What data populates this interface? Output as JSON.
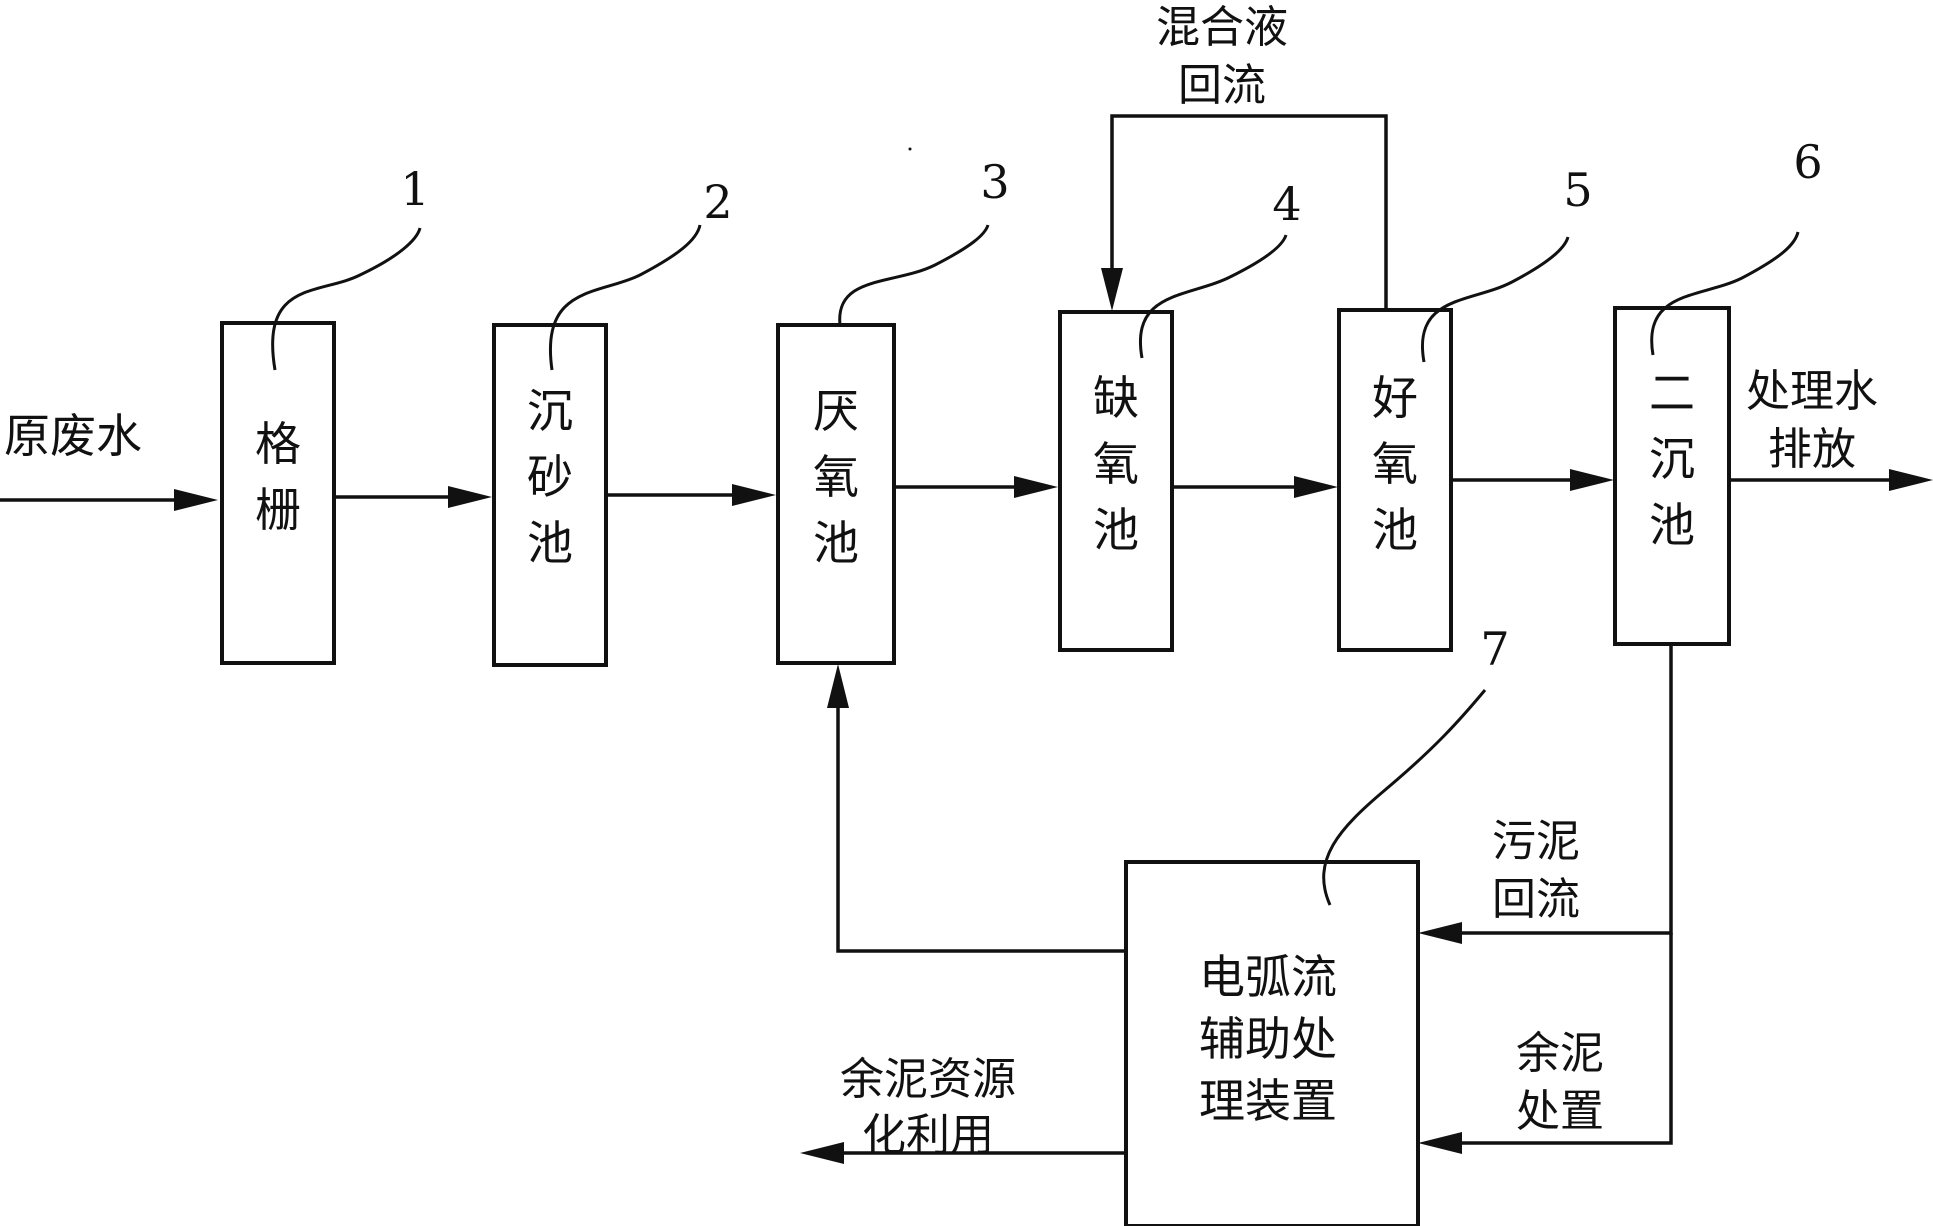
{
  "units": [
    {
      "id": 1,
      "name": "格栅",
      "number": "1"
    },
    {
      "id": 2,
      "name": "沉砂池",
      "number": "2"
    },
    {
      "id": 3,
      "name": "厌氧池",
      "number": "3"
    },
    {
      "id": 4,
      "name": "缺氧池",
      "number": "4"
    },
    {
      "id": 5,
      "name": "好氧池",
      "number": "5"
    },
    {
      "id": 6,
      "name": "二沉池",
      "number": "6"
    },
    {
      "id": 7,
      "name": "电弧流辅助处理装置",
      "number": "7"
    }
  ],
  "flow_labels": {
    "raw_water": "原废水",
    "mixed_liquor_return": [
      "混合液",
      "回流"
    ],
    "treated_water": [
      "处理水",
      "排放"
    ],
    "sludge_return": [
      "污泥",
      "回流"
    ],
    "excess_sludge_disposal": [
      "余泥",
      "处置"
    ],
    "sludge_reuse": [
      "余泥资源",
      "化利用"
    ]
  },
  "colors": {
    "line": "#111111",
    "background": "#ffffff"
  }
}
